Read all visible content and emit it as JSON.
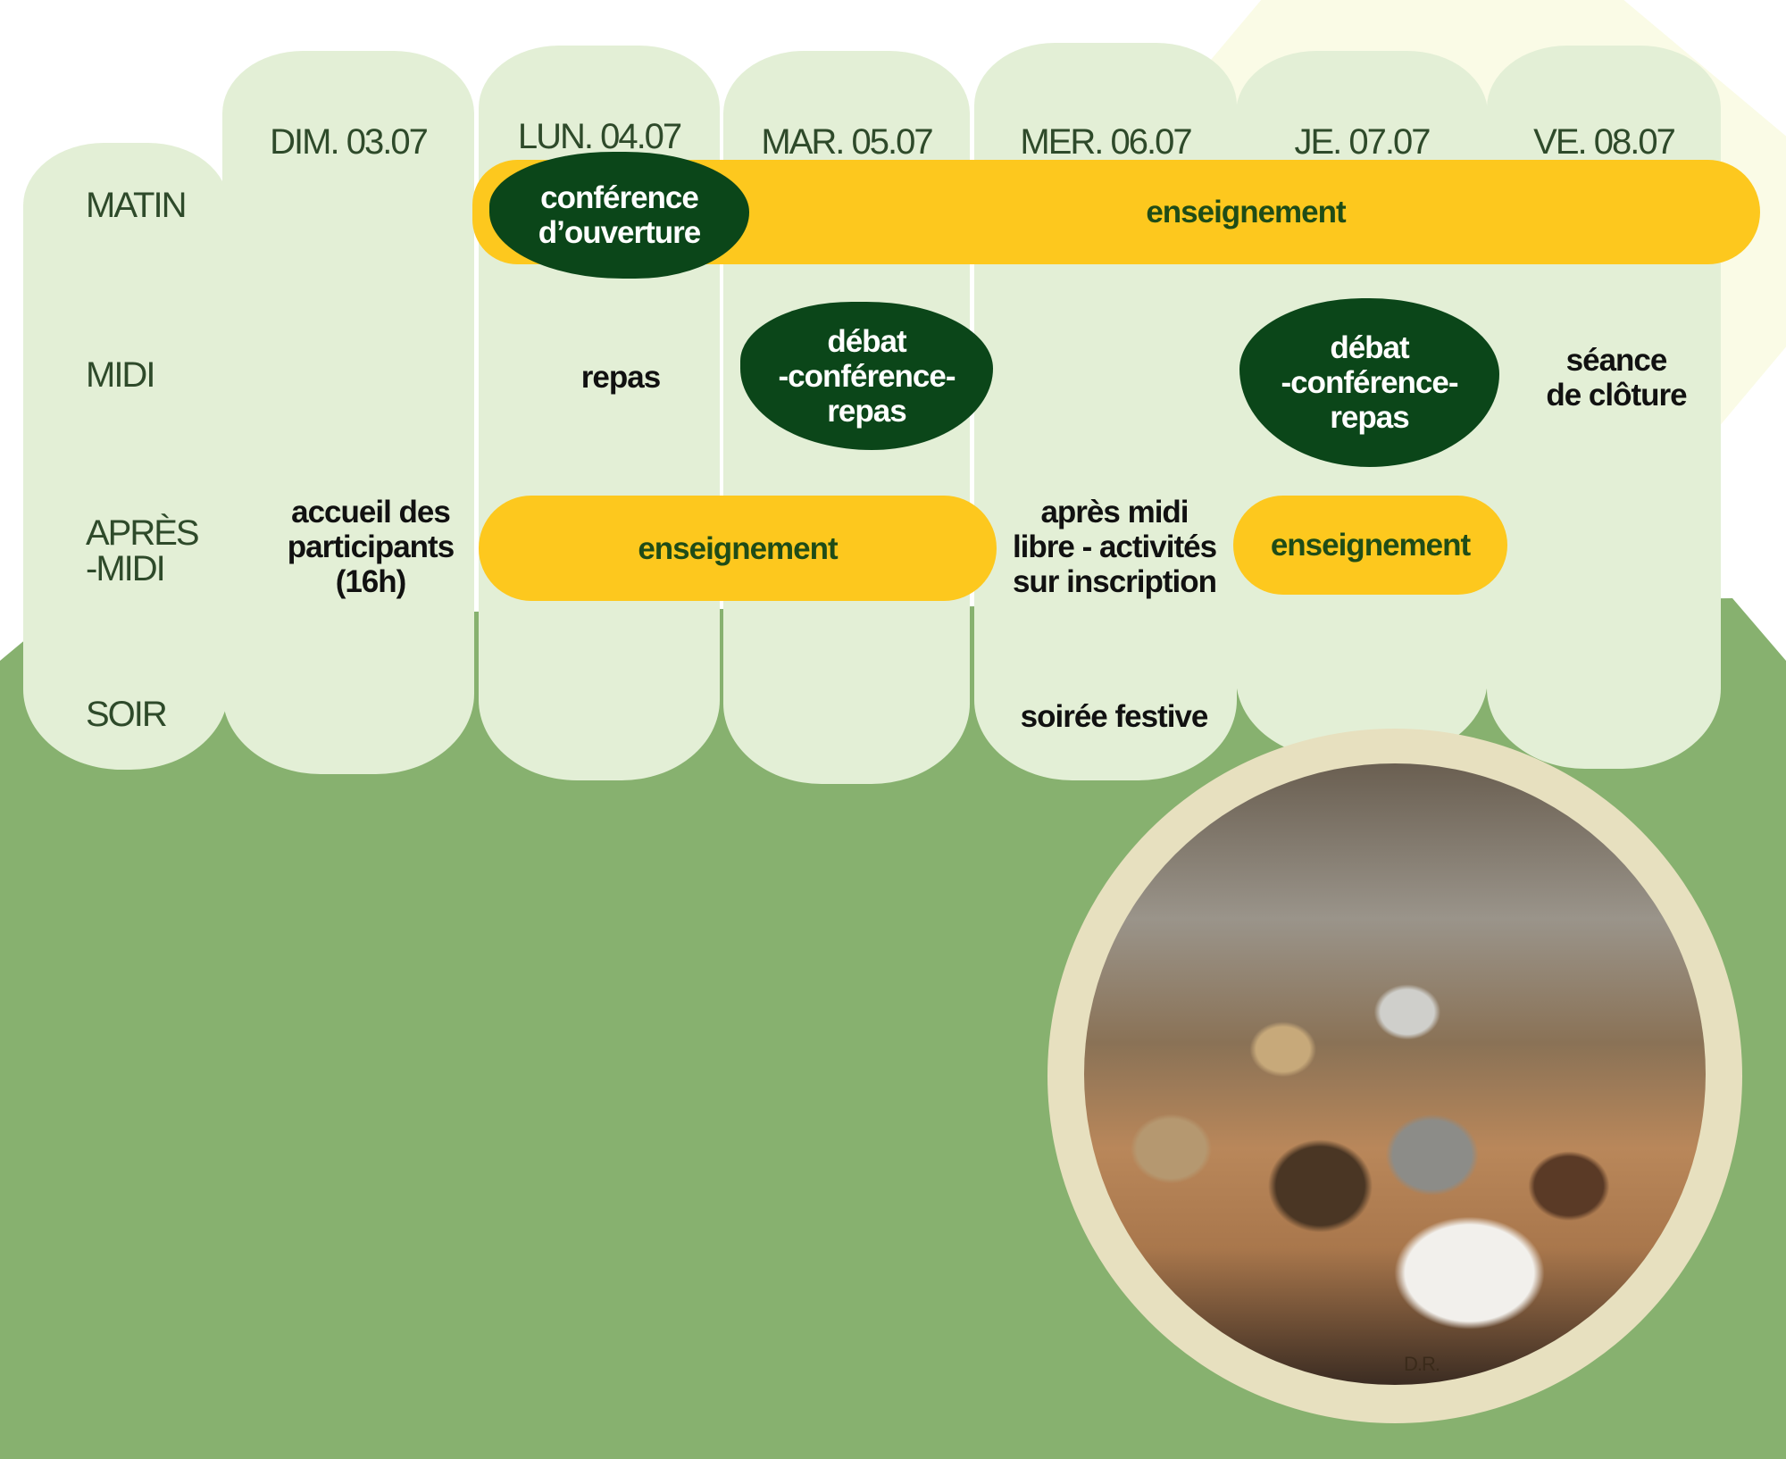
{
  "days": [
    {
      "label": "DIM. 03.07"
    },
    {
      "label": "LUN. 04.07"
    },
    {
      "label": "MAR. 05.07"
    },
    {
      "label": "MER. 06.07"
    },
    {
      "label": "JE. 07.07"
    },
    {
      "label": "VE. 08.07"
    }
  ],
  "periods": {
    "morning": "MATIN",
    "noon": "MIDI",
    "afternoon_1": "APRÈS",
    "afternoon_2": "-MIDI",
    "evening": "SOIR"
  },
  "events": {
    "opening_1": "conférence",
    "opening_2": "d’ouverture",
    "teaching_morning": "enseignement",
    "meal": "repas",
    "debate1_1": "débat",
    "debate1_2": "-conférence-",
    "debate1_3": "repas",
    "debate2_1": "débat",
    "debate2_2": "-conférence-",
    "debate2_3": "repas",
    "closing_1": "séance",
    "closing_2": "de clôture",
    "welcome_1": "accueil des",
    "welcome_2": "participants",
    "welcome_3": "(16h)",
    "teaching_afternoon_1": "enseignement",
    "free_1": "après midi",
    "free_2": "libre - activités",
    "free_3": "sur inscription",
    "teaching_afternoon_2": "enseignement",
    "party": "soirée festive"
  },
  "photo": {
    "credit": "D.R."
  },
  "colors": {
    "tab": "#e3efd6",
    "ground": "#87b16f",
    "yellow": "#fdc81e",
    "dark_green": "#0b4619",
    "ring": "#e7e0bf"
  }
}
